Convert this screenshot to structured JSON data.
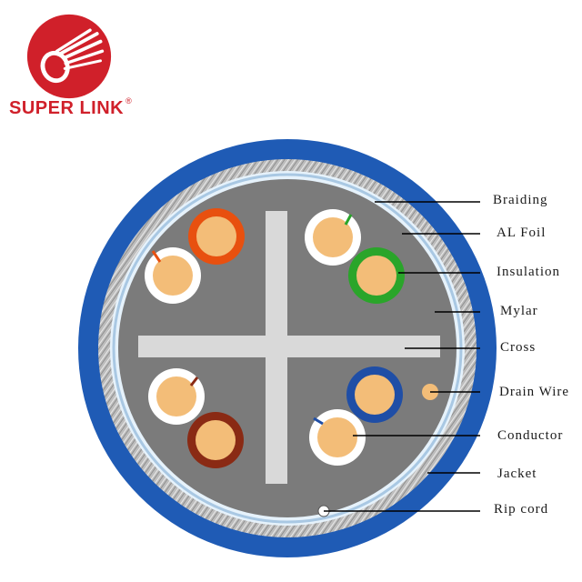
{
  "brand": {
    "name": "SUPER LINK",
    "trademark": "®",
    "primary_color": "#d0202a"
  },
  "cable": {
    "jacket_color": "#1f5bb5",
    "core_fill_color": "#7b7b7b",
    "cross_color": "#d9d9d9",
    "conductor_color": "#f3bd78",
    "pairs": [
      {
        "name": "orange-pair",
        "solid": "#e8500f",
        "stripe": "#e8500f"
      },
      {
        "name": "green-pair",
        "solid": "#2aa52a",
        "stripe": "#2aa52a"
      },
      {
        "name": "brown-pair",
        "solid": "#8a2a14",
        "stripe": "#8a2a14"
      },
      {
        "name": "blue-pair",
        "solid": "#1f4ea6",
        "stripe": "#1f4ea6"
      }
    ]
  },
  "labels": {
    "braiding": "Braiding",
    "al_foil": "AL Foil",
    "insulation": "Insulation",
    "mylar": "Mylar",
    "cross": "Cross",
    "drain_wire": "Drain Wire",
    "conductor": "Conductor",
    "jacket": "Jacket",
    "rip_cord": "Rip cord"
  }
}
